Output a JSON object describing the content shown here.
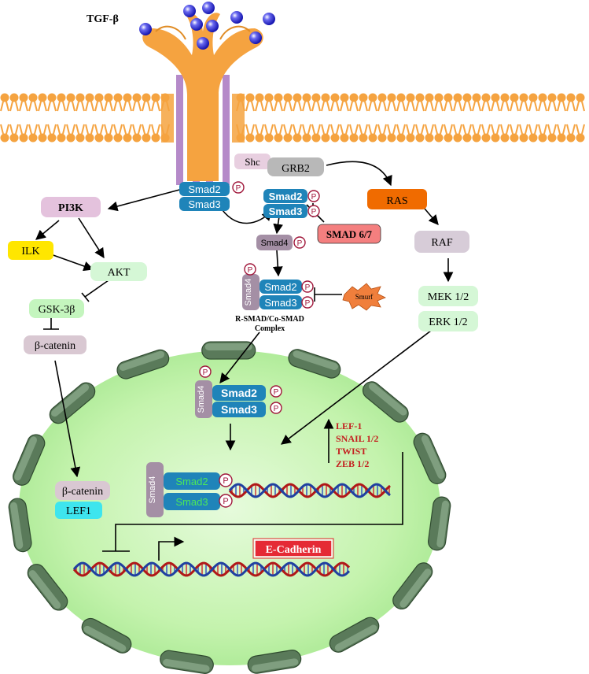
{
  "ligand": "TGF-β",
  "receptor_smads": [
    "Smad2",
    "Smad3"
  ],
  "adaptors": {
    "shc": "Shc",
    "grb2": "GRB2"
  },
  "pi3k_branch": {
    "pi3k": "PI3K",
    "ilk": "ILK",
    "akt": "AKT",
    "gsk3b": "GSK-3β",
    "beta_catenin": "β-catenin"
  },
  "mapk_branch": {
    "ras": "RAS",
    "raf": "RAF",
    "mek": "MEK 1/2",
    "erk": "ERK 1/2"
  },
  "smad": {
    "smad2": "Smad2",
    "smad3": "Smad3",
    "smad4": "Smad4",
    "inhibitor": "SMAD 6/7",
    "smurf": "Smurf",
    "phospho": "P",
    "complex_label_line1": "R-SMAD/Co-SMAD",
    "complex_label_line2": "Complex"
  },
  "nucleus": {
    "targets": [
      "LEF-1",
      "SNAIL 1/2",
      "TWIST",
      "ZEB 1/2"
    ],
    "beta_catenin": "β-catenin",
    "lef1": "LEF1",
    "ecadherin": "E-Cadherin"
  },
  "colors": {
    "membrane": "#f5a340",
    "receptor": "#f5a340",
    "receptor_tm": "#b58ac9",
    "ligand": "#2f2fd8",
    "smad_blue": "#1f84b9",
    "smad4": "#a48fa5",
    "phospho": "#a0163a",
    "nucleus": "#c6f3b3",
    "envelope": "#5a7a5a",
    "ras": "#f06b00",
    "ilk": "#ffe600",
    "pi3k": "#e4c2dd",
    "mapk": "#d7ccd8",
    "akt_green": "#d5f7d6",
    "gsk": "#c4f5be",
    "catenin": "#d9c8d2",
    "lef1": "#3ee5ee",
    "smad67": "#f47f7f",
    "smurf": "#f07f3c",
    "targets_text": "#c41f1f",
    "ecadherin": "#e52a35"
  }
}
